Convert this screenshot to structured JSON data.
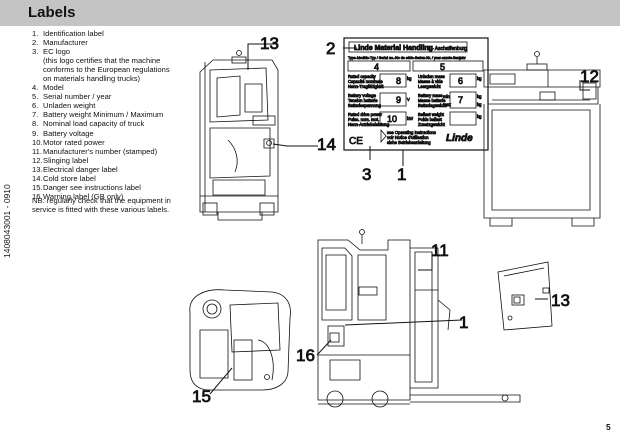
{
  "page": {
    "title": "Labels",
    "doc_id": "1408043001 - 0910",
    "page_number": "5"
  },
  "legend": [
    {
      "num": "1.",
      "text": "Identification label"
    },
    {
      "num": "2.",
      "text": "Manufacturer"
    },
    {
      "num": "3.",
      "text": "EC logo"
    },
    {
      "num": "",
      "text": "(this logo certifies that the machine"
    },
    {
      "num": "",
      "text": "conforms to the European regulations"
    },
    {
      "num": "",
      "text": "on materials handling trucks)"
    },
    {
      "num": "4.",
      "text": "Model"
    },
    {
      "num": "5.",
      "text": "Serial number / year"
    },
    {
      "num": "6.",
      "text": "Unladen weight"
    },
    {
      "num": "7.",
      "text": "Battery weight Minimum /  Maximum"
    },
    {
      "num": "8.",
      "text": "Nominal load capacity of truck"
    },
    {
      "num": "9.",
      "text": "Battery voltage"
    },
    {
      "num": "10.",
      "text": "Motor rated power"
    },
    {
      "num": "11.",
      "text": "Manufacturer's number (stamped)"
    },
    {
      "num": "12.",
      "text": "Slinging label"
    },
    {
      "num": "13.",
      "text": "Electrical danger label"
    },
    {
      "num": "14.",
      "text": "Cold store label"
    },
    {
      "num": "15.",
      "text": "Danger see instructions label"
    },
    {
      "num": "16.",
      "text": "Warning label (GB only)"
    }
  ],
  "nb_line1": "NB: regularly check that the equipment in",
  "nb_line2": "service is fitted with these various labels.",
  "plate": {
    "brand_header": "Linde Material Handling",
    "location": "D - Aschaffenburg",
    "header_row": "Type-Modèle-Typ / Serial no.-No de série-Serien-Nr. / year-année-Baujahr",
    "field_4": "4",
    "field_5": "5",
    "field_6": "6",
    "field_7": "7",
    "field_8": "8",
    "field_9": "9",
    "field_10": "10",
    "unit_kg": "kg",
    "unit_v": "V",
    "unit_kw": "kW",
    "left_label_1": "Rated capacity",
    "left_label_1b": "Capacité nominale",
    "left_label_1c": "Nenn-Tragfähigkeit",
    "left_label_2": "Battery voltage",
    "left_label_2b": "Tension batterie",
    "left_label_2c": "Batteriespannung",
    "left_label_3": "Rated drive power",
    "left_label_3b": "Puiss. nom. mot.",
    "left_label_3c": "Nenn-Antriebsleistung",
    "right_label_1": "Unladen mass",
    "right_label_1b": "Masse à vide",
    "right_label_1c": "Leergewicht",
    "right_label_2": "Battery mass",
    "right_label_2b": "Masse batterie",
    "right_label_2c": "Batteriegewicht",
    "right_label_3": "Ballast weight",
    "right_label_3b": "Poids ballast",
    "right_label_3c": "Zusatzgewicht",
    "min": "min",
    "max": "max",
    "ce_mark": "CE",
    "instr_1": "see Operating Instructions",
    "instr_2": "voir Notice d'utilisation",
    "instr_3": "siehe Betriebsanleitung",
    "logo": "Linde"
  },
  "callouts": {
    "c1a": "1",
    "c1b": "1",
    "c2": "2",
    "c3": "3",
    "c11": "11",
    "c12": "12",
    "c13a": "13",
    "c13b": "13",
    "c14": "14",
    "c15": "15",
    "c16": "16"
  },
  "colors": {
    "topbar": "#c4c4c4",
    "ink": "#111111"
  }
}
